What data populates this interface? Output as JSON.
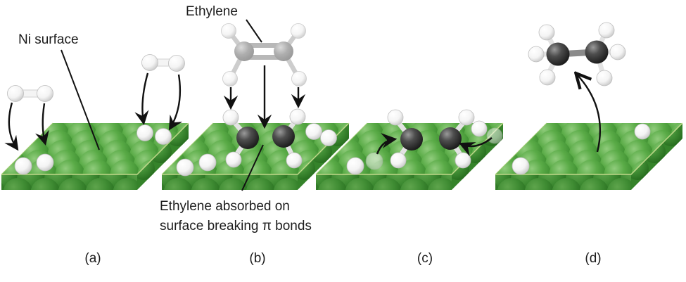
{
  "labels": {
    "ni_surface": "Ni surface",
    "ethylene": "Ethylene",
    "caption_line1": "Ethylene absorbed on",
    "caption_line2": "surface breaking π bonds"
  },
  "panels": [
    {
      "label": "(a)"
    },
    {
      "label": "(b)"
    },
    {
      "label": "(c)"
    },
    {
      "label": "(d)"
    }
  ],
  "colors": {
    "background": "#ffffff",
    "nickel_sphere_light": "#90cc7c",
    "nickel_sphere_mid": "#5aab47",
    "nickel_sphere_dark": "#36872b",
    "nickel_front_dark": "#256b1d",
    "edge_highlight": "#d4e296",
    "hydrogen_white": "#ffffff",
    "hydrogen_shade": "#cccccc",
    "carbon_light": "#9a9a9a",
    "carbon_dark": "#181818",
    "faded_carbon": "#a8a8a8",
    "bond_stick": "#dcdcdc",
    "arrow": "#111111",
    "text": "#1c1c1c"
  }
}
